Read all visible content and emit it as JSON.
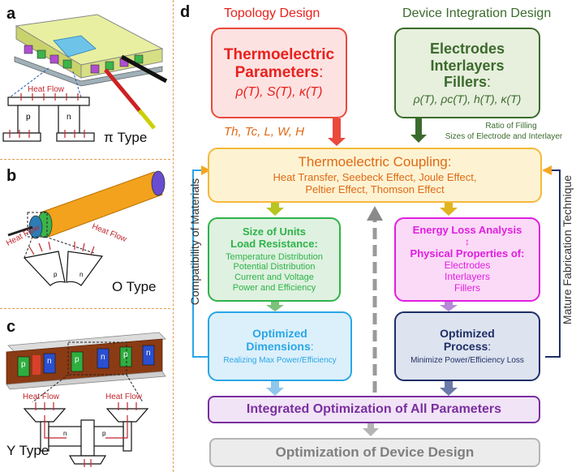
{
  "panels": {
    "a": {
      "label": "a",
      "heat_flow": "Heat Flow",
      "type": "π Type",
      "legs": [
        "p",
        "n"
      ]
    },
    "b": {
      "label": "b",
      "heat_flow_left": "Heat Flow",
      "heat_flow_right": "Heat Flow",
      "type": "O Type",
      "legs": [
        "p",
        "n"
      ]
    },
    "c": {
      "label": "c",
      "heat_flow_left": "Heat Flow",
      "heat_flow_right": "Heat Flow",
      "type": "Y Type",
      "legs": [
        "n",
        "p"
      ],
      "module_legs": [
        "p",
        "n",
        "p",
        "n",
        "p",
        "n"
      ]
    }
  },
  "diagram": {
    "label": "d",
    "topology_header": "Topology Design",
    "integration_header": "Device Integration Design",
    "tep_box": {
      "title_1": "Thermoelectric",
      "title_2": "Parameters",
      "colon": ":",
      "formula": "ρ(T), S(T), κ(T)"
    },
    "electrodes_box": {
      "line1": "Electrodes",
      "line2": "Interlayers",
      "line3": "Fillers",
      "colon": ":",
      "formula": "ρ(T), ρc(T), h(T), κ(T)"
    },
    "geom_params": "Th, Tc, L, W, H",
    "ratio_text_1": "Ratio of Filling",
    "ratio_text_2": "Sizes of Electrode and Interlayer",
    "coupling_box": {
      "title": "Thermoelectric Coupling:",
      "line1": "Heat Transfer, Seebeck Effect, Joule Effect,",
      "line2": "Peltier Effect, Thomson Effect"
    },
    "size_box": {
      "title1": "Size of Units",
      "title2": "Load Resistance:",
      "items": [
        "Temperature Distribution",
        "Potential Distribution",
        "Current and Voltage",
        "Power and Efficiency"
      ]
    },
    "energy_box": {
      "title": "Energy Loss Analysis",
      "arrow": "↕",
      "title2": "Physical Properties of:",
      "items": [
        "Electrodes",
        "Interlayers",
        "Fillers"
      ]
    },
    "opt_dim_box": {
      "title1": "Optimized",
      "title2": "Dimensions",
      "colon": ":",
      "sub": "Realizing Max Power/Efficiency"
    },
    "opt_proc_box": {
      "title1": "Optimized",
      "title2": "Process",
      "colon": ":",
      "sub": "Minimize Power/Efficiency Loss"
    },
    "integrated_box": "Integrated Optimization of All Parameters",
    "device_box": "Optimization of Device Design",
    "left_side_label": "Compatibility of Materials",
    "right_side_label": "Mature Fabrication Technique"
  },
  "colors": {
    "red": "#e8211d",
    "green": "#3b6b2c",
    "orange": "#f5a623",
    "size_green": "#2eb34a",
    "magenta": "#e01ee0",
    "blue": "#29a6e6",
    "navy": "#1f2f66",
    "purple": "#7a2fa0",
    "gray": "#7f7f7f"
  }
}
